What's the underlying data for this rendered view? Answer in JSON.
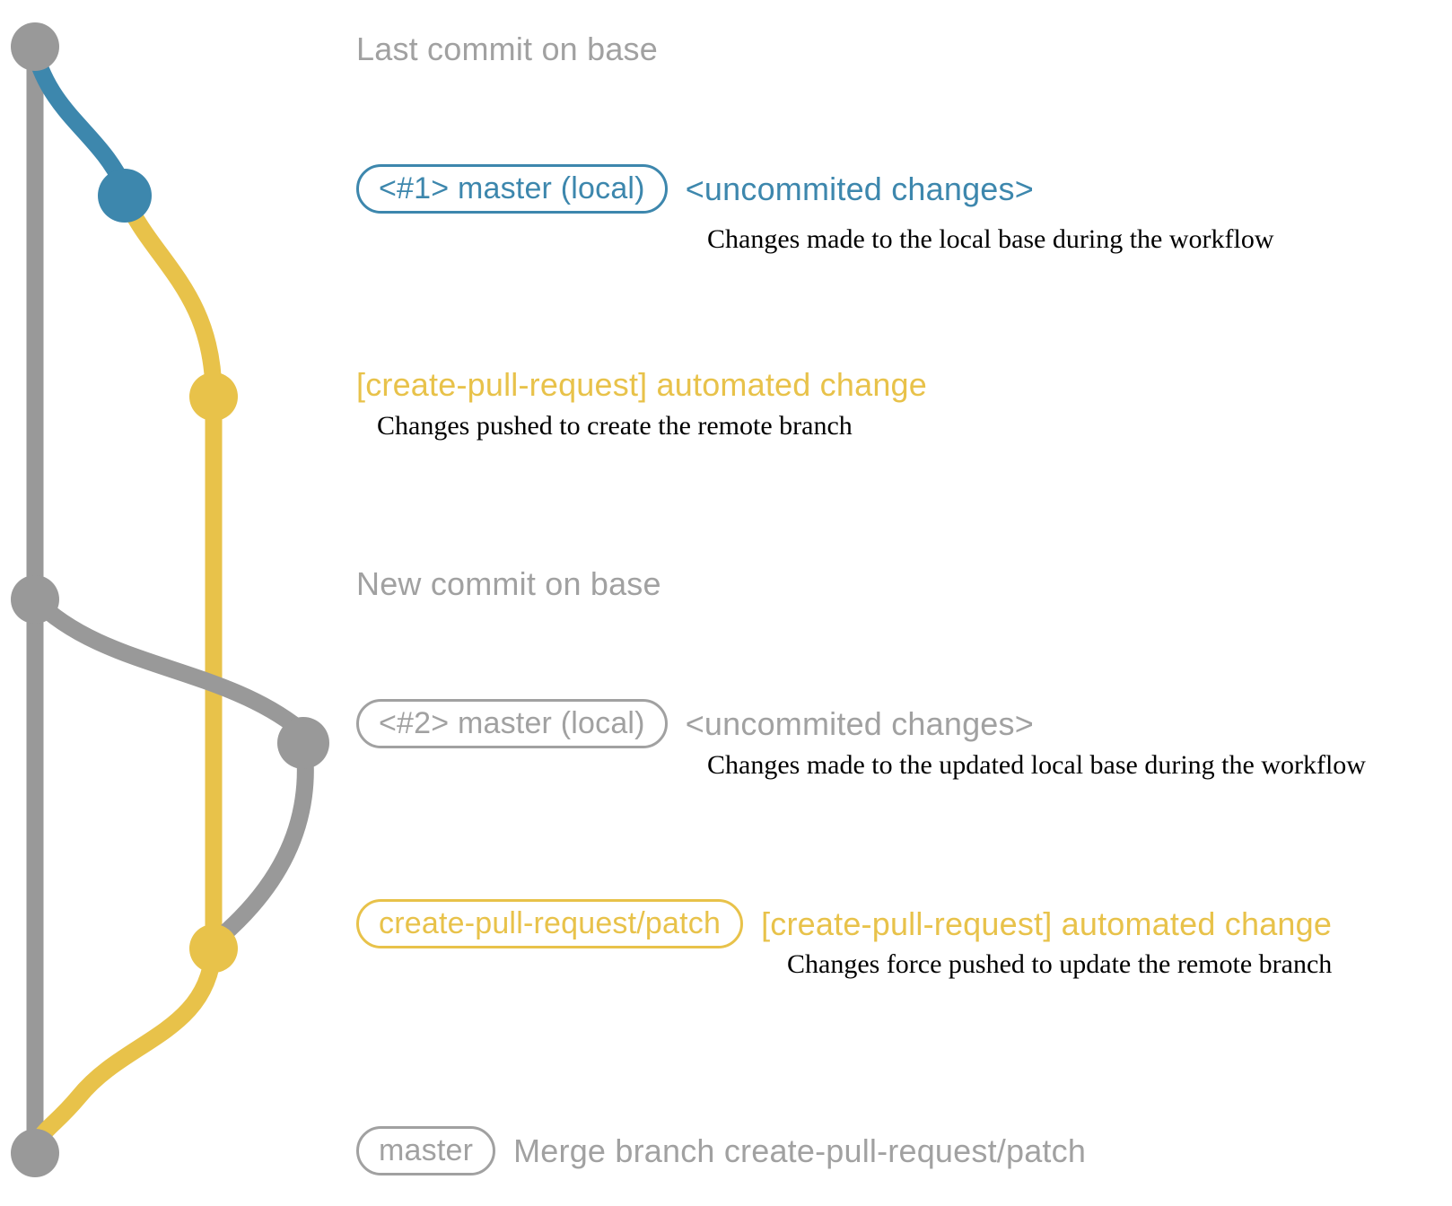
{
  "colors": {
    "base_gray": "#999999",
    "text_gray": "#a1a1a1",
    "branch_blue": "#3d87ad",
    "branch_yellow": "#e8c24a",
    "description_black": "#000000"
  },
  "graph": {
    "commits": [
      {
        "id": "base-last-commit",
        "color": "gray"
      },
      {
        "id": "local-master-1",
        "color": "blue"
      },
      {
        "id": "create-pull-request-commit-1",
        "color": "yellow"
      },
      {
        "id": "base-new-commit",
        "color": "gray"
      },
      {
        "id": "local-master-2",
        "color": "gray"
      },
      {
        "id": "create-pull-request-commit-2",
        "color": "yellow"
      },
      {
        "id": "base-merge-commit",
        "color": "gray"
      }
    ]
  },
  "annotations": {
    "last_commit_label": "Last commit on base",
    "badge1_label": "<#1> master (local)",
    "uncommitted1_label": "<uncommited changes>",
    "desc1": "Changes made to the local base during the workflow",
    "cpr_label1": "[create-pull-request] automated change",
    "desc2": "Changes pushed to create the remote branch",
    "new_commit_label": "New commit on base",
    "badge2_label": "<#2> master (local)",
    "uncommitted2_label": "<uncommited changes>",
    "desc3": "Changes made to the updated local base during the workflow",
    "badge3_label": "create-pull-request/patch",
    "cpr_label2": "[create-pull-request] automated change",
    "desc4": "Changes force pushed to update the remote branch",
    "badge4_label": "master",
    "merge_label": "Merge branch create-pull-request/patch"
  }
}
